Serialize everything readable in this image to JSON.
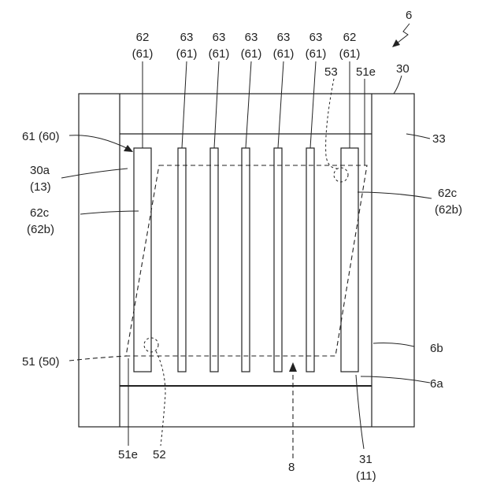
{
  "figure_number": "6",
  "labels": {
    "top_62_left": "62",
    "top_61_a": "(61)",
    "top_63_1": "63",
    "top_61_b": "(61)",
    "top_63_2": "63",
    "top_61_c": "(61)",
    "top_63_3": "63",
    "top_61_d": "(61)",
    "top_63_4": "63",
    "top_61_e": "(61)",
    "top_63_5": "63",
    "top_61_f": "(61)",
    "top_62_right": "62",
    "top_61_g": "(61)",
    "ref_53": "53",
    "ref_51e_top": "51e",
    "ref_30": "30",
    "ref_33": "33",
    "ref_61_60": "61 (60)",
    "ref_30a": "30a",
    "ref_13": "(13)",
    "ref_62c_left": "62c",
    "ref_62b_left": "(62b)",
    "ref_62c_right": "62c",
    "ref_62b_right": "(62b)",
    "ref_6b": "6b",
    "ref_51_50": "51 (50)",
    "ref_6a": "6a",
    "ref_51e_bottom": "51e",
    "ref_52": "52",
    "ref_8": "8",
    "ref_31": "31",
    "ref_11": "(11)"
  }
}
